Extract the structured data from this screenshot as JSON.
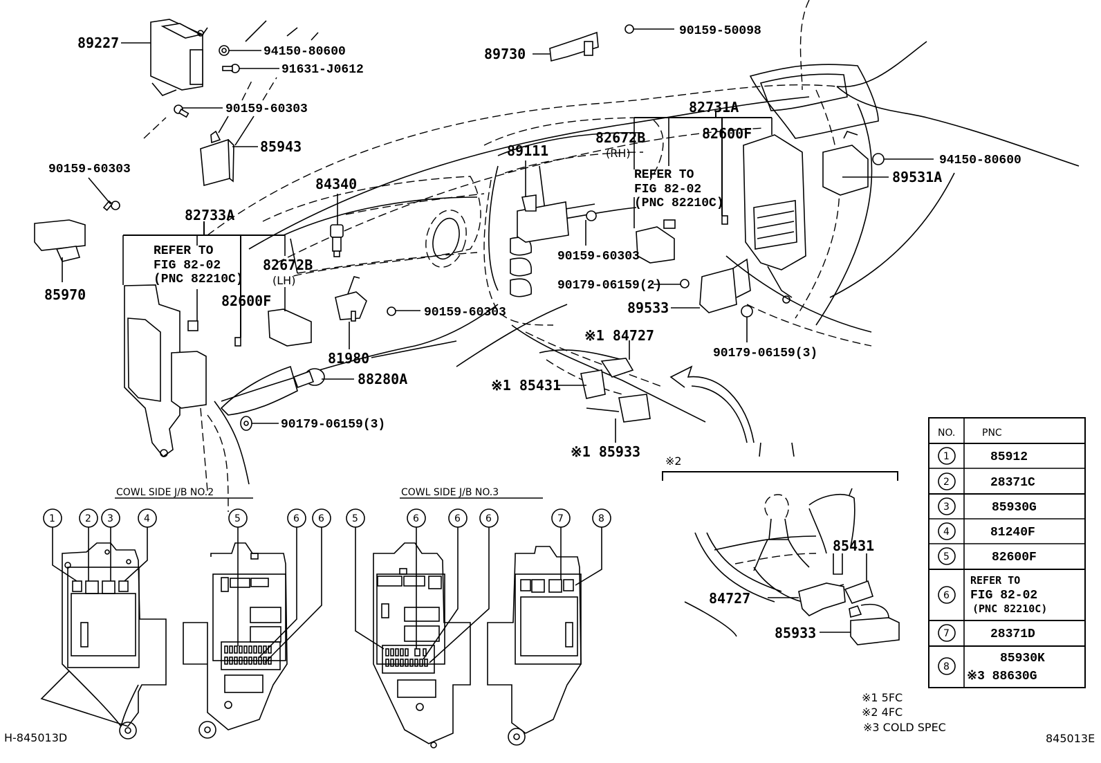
{
  "diagram": {
    "figure_id_left": "H-845013D",
    "figure_id_right": "845013E",
    "callouts": {
      "p89227": "89227",
      "p94150_top": "94150-80600",
      "p91631": "91631-J0612",
      "p90159_a": "90159-60303",
      "p85943": "85943",
      "p90159_b": "90159-60303",
      "p85970": "85970",
      "p82733A": "82733A",
      "p84340": "84340",
      "p82672B_lh": "82672B",
      "lh": "(LH)",
      "p82600F_left": "82600F",
      "p81980": "81980",
      "p90159_c": "90159-60303",
      "p88280A": "88280A",
      "p90179_left": "90179-06159(3)",
      "p89730": "89730",
      "p90159_50098": "90159-50098",
      "p89111": "89111",
      "p82672B_rh": "82672B",
      "rh": "(RH)",
      "p82731A": "82731A",
      "p82600F_right": "82600F",
      "p94150_right": "94150-80600",
      "p89531A": "89531A",
      "p90159_d": "90159-60303",
      "p90179_2": "90179-06159(2)",
      "p89533": "89533",
      "p90179_right": "90179-06159(3)",
      "p84727_note": "※1 84727",
      "p85431_note": "※1 85431",
      "p85933_note": "※1 85933",
      "p85431": "85431",
      "p84727": "84727",
      "p85933": "85933"
    },
    "refer_left": [
      "REFER TO",
      "FIG 82-02",
      "(PNC 82210C)"
    ],
    "refer_right": [
      "REFER TO",
      "FIG 82-02",
      "(PNC 82210C)"
    ],
    "inset_label": "※2",
    "jb2_title": "COWL SIDE J/B NO.2",
    "jb3_title": "COWL SIDE J/B NO.3",
    "jb2_markers": [
      "1",
      "2",
      "3",
      "4",
      "5",
      "6",
      "6"
    ],
    "jb3_markers": [
      "5",
      "6",
      "6",
      "6",
      "7",
      "8"
    ],
    "notes": [
      "※1  5FC",
      "※2  4FC",
      "※3  COLD SPEC"
    ]
  },
  "pnc_table": {
    "header_no": "NO.",
    "header_pnc": "PNC",
    "rows": [
      {
        "no": "1",
        "pnc": "85912"
      },
      {
        "no": "2",
        "pnc": "28371C"
      },
      {
        "no": "3",
        "pnc": "85930G"
      },
      {
        "no": "4",
        "pnc": "81240F"
      },
      {
        "no": "5",
        "pnc": "82600F"
      },
      {
        "no": "6",
        "pnc_lines": [
          "REFER TO",
          "FIG 82-02",
          "(PNC 82210C)"
        ]
      },
      {
        "no": "7",
        "pnc": "28371D"
      },
      {
        "no": "8",
        "pnc": "85930K",
        "pnc_extra": "※3 88630G"
      }
    ]
  }
}
